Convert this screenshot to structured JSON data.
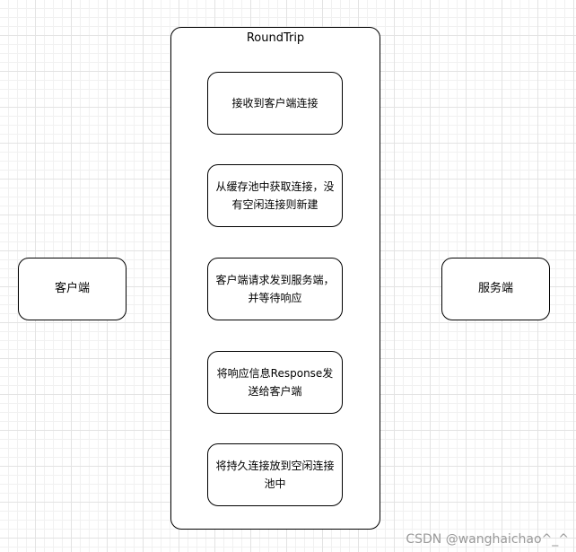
{
  "diagram": {
    "container_title": "RoundTrip",
    "client_label": "客户端",
    "server_label": "服务端",
    "steps": [
      "接收到客户端连接",
      "从缓存池中获取连接，没有空闲连接则新建",
      "客户端请求发到服务端，并等待响应",
      "将响应信息Response发送给客户端",
      "将持久连接放到空闲连接池中"
    ]
  },
  "watermark": "CSDN @wanghaichao^_^"
}
